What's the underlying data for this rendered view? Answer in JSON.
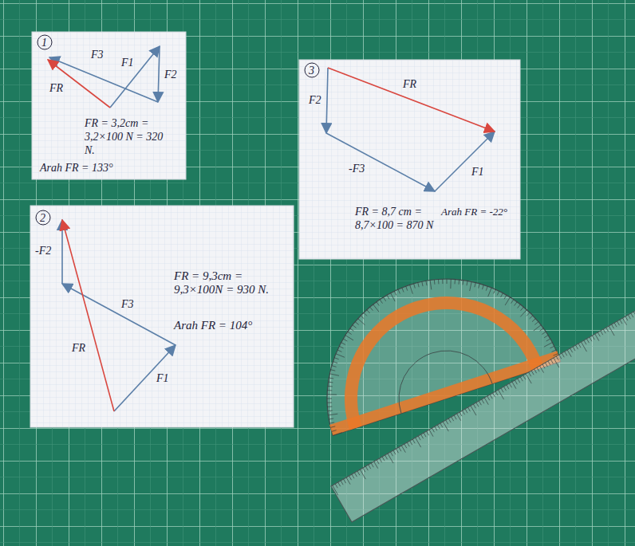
{
  "diagram": {
    "nodes": [
      {
        "text": [
          "1",
          "F3",
          "F1",
          "F2",
          "FR",
          "FR = 3,2cm = 3,2×100 N = 320 N.",
          "Arah FR = 133°"
        ]
      },
      {
        "text": [
          "3",
          "F2",
          "FR",
          "-F3",
          "F1",
          "FR = 8,7 cm = 8,7×100 = 870 N",
          "Arah FR = -22°"
        ]
      },
      {
        "text": [
          "2",
          "-F2",
          "F3",
          "FR",
          "F1",
          "FR = 9,3cm = 9,3×100N = 930 N.",
          "Arah FR = 104°"
        ]
      }
    ]
  }
}
